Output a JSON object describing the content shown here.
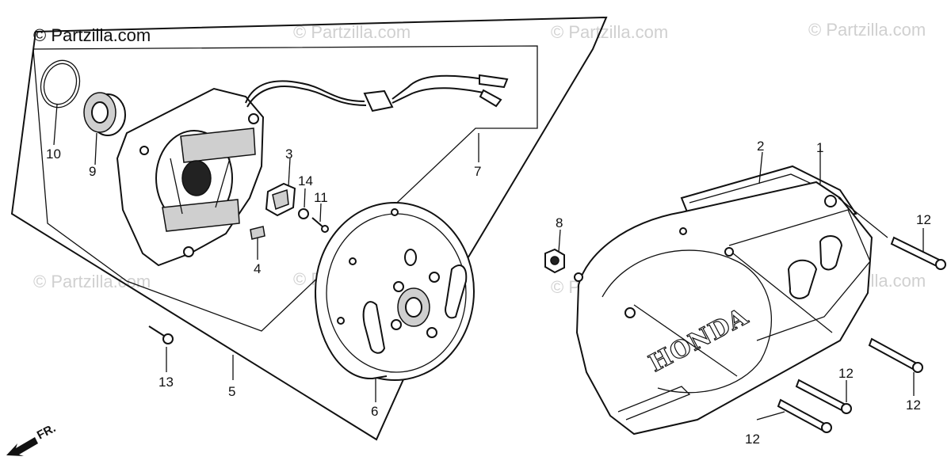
{
  "watermarks": {
    "main": "© Partzilla.com",
    "faint": "© Partzilla.com"
  },
  "callouts": {
    "c1": "1",
    "c2": "2",
    "c3": "3",
    "c4": "4",
    "c5": "5",
    "c6": "6",
    "c7": "7",
    "c8": "8",
    "c9": "9",
    "c10": "10",
    "c11": "11",
    "c12a": "12",
    "c12b": "12",
    "c12c": "12",
    "c12d": "12",
    "c13": "13",
    "c14": "14"
  },
  "cover_brand": "HONDA",
  "direction_label": "FR."
}
